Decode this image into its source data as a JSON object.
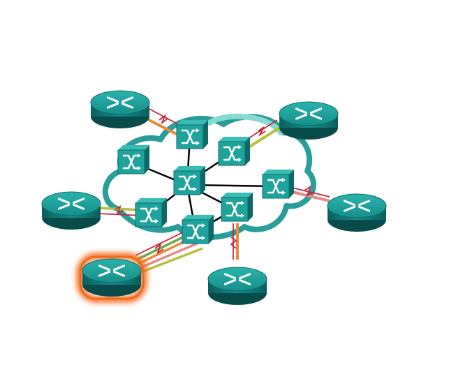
{
  "diagram": {
    "kind": "network-topology",
    "cloud": {
      "name": "wan-cloud",
      "fill": "#ffffff",
      "outline": "#2a9d9a",
      "outline_light": "#7ed3cf"
    },
    "colors": {
      "device_top": "#1fa39d",
      "device_side": "#0c6a68",
      "device_dark": "#074c4a",
      "glyph": "#ffffff",
      "trunk": "#000000",
      "serial_red": "#c8243a",
      "link_orange": "#e98a3a",
      "link_olive": "#b7be3a",
      "link_green": "#6fa84a",
      "link_pink": "#e48a8a",
      "highlight_glow": "#f06a1a"
    },
    "routers": [
      {
        "id": "router-top-left",
        "highlighted": false
      },
      {
        "id": "router-top-right",
        "highlighted": false
      },
      {
        "id": "router-left",
        "highlighted": false
      },
      {
        "id": "router-right",
        "highlighted": false
      },
      {
        "id": "router-bottom-left",
        "highlighted": true
      },
      {
        "id": "router-bottom",
        "highlighted": false
      }
    ],
    "switches": [
      {
        "id": "switch-top"
      },
      {
        "id": "switch-left"
      },
      {
        "id": "switch-upper-mid"
      },
      {
        "id": "switch-center"
      },
      {
        "id": "switch-right"
      },
      {
        "id": "switch-lower-left"
      },
      {
        "id": "switch-lower-right"
      },
      {
        "id": "switch-bottom"
      }
    ]
  }
}
